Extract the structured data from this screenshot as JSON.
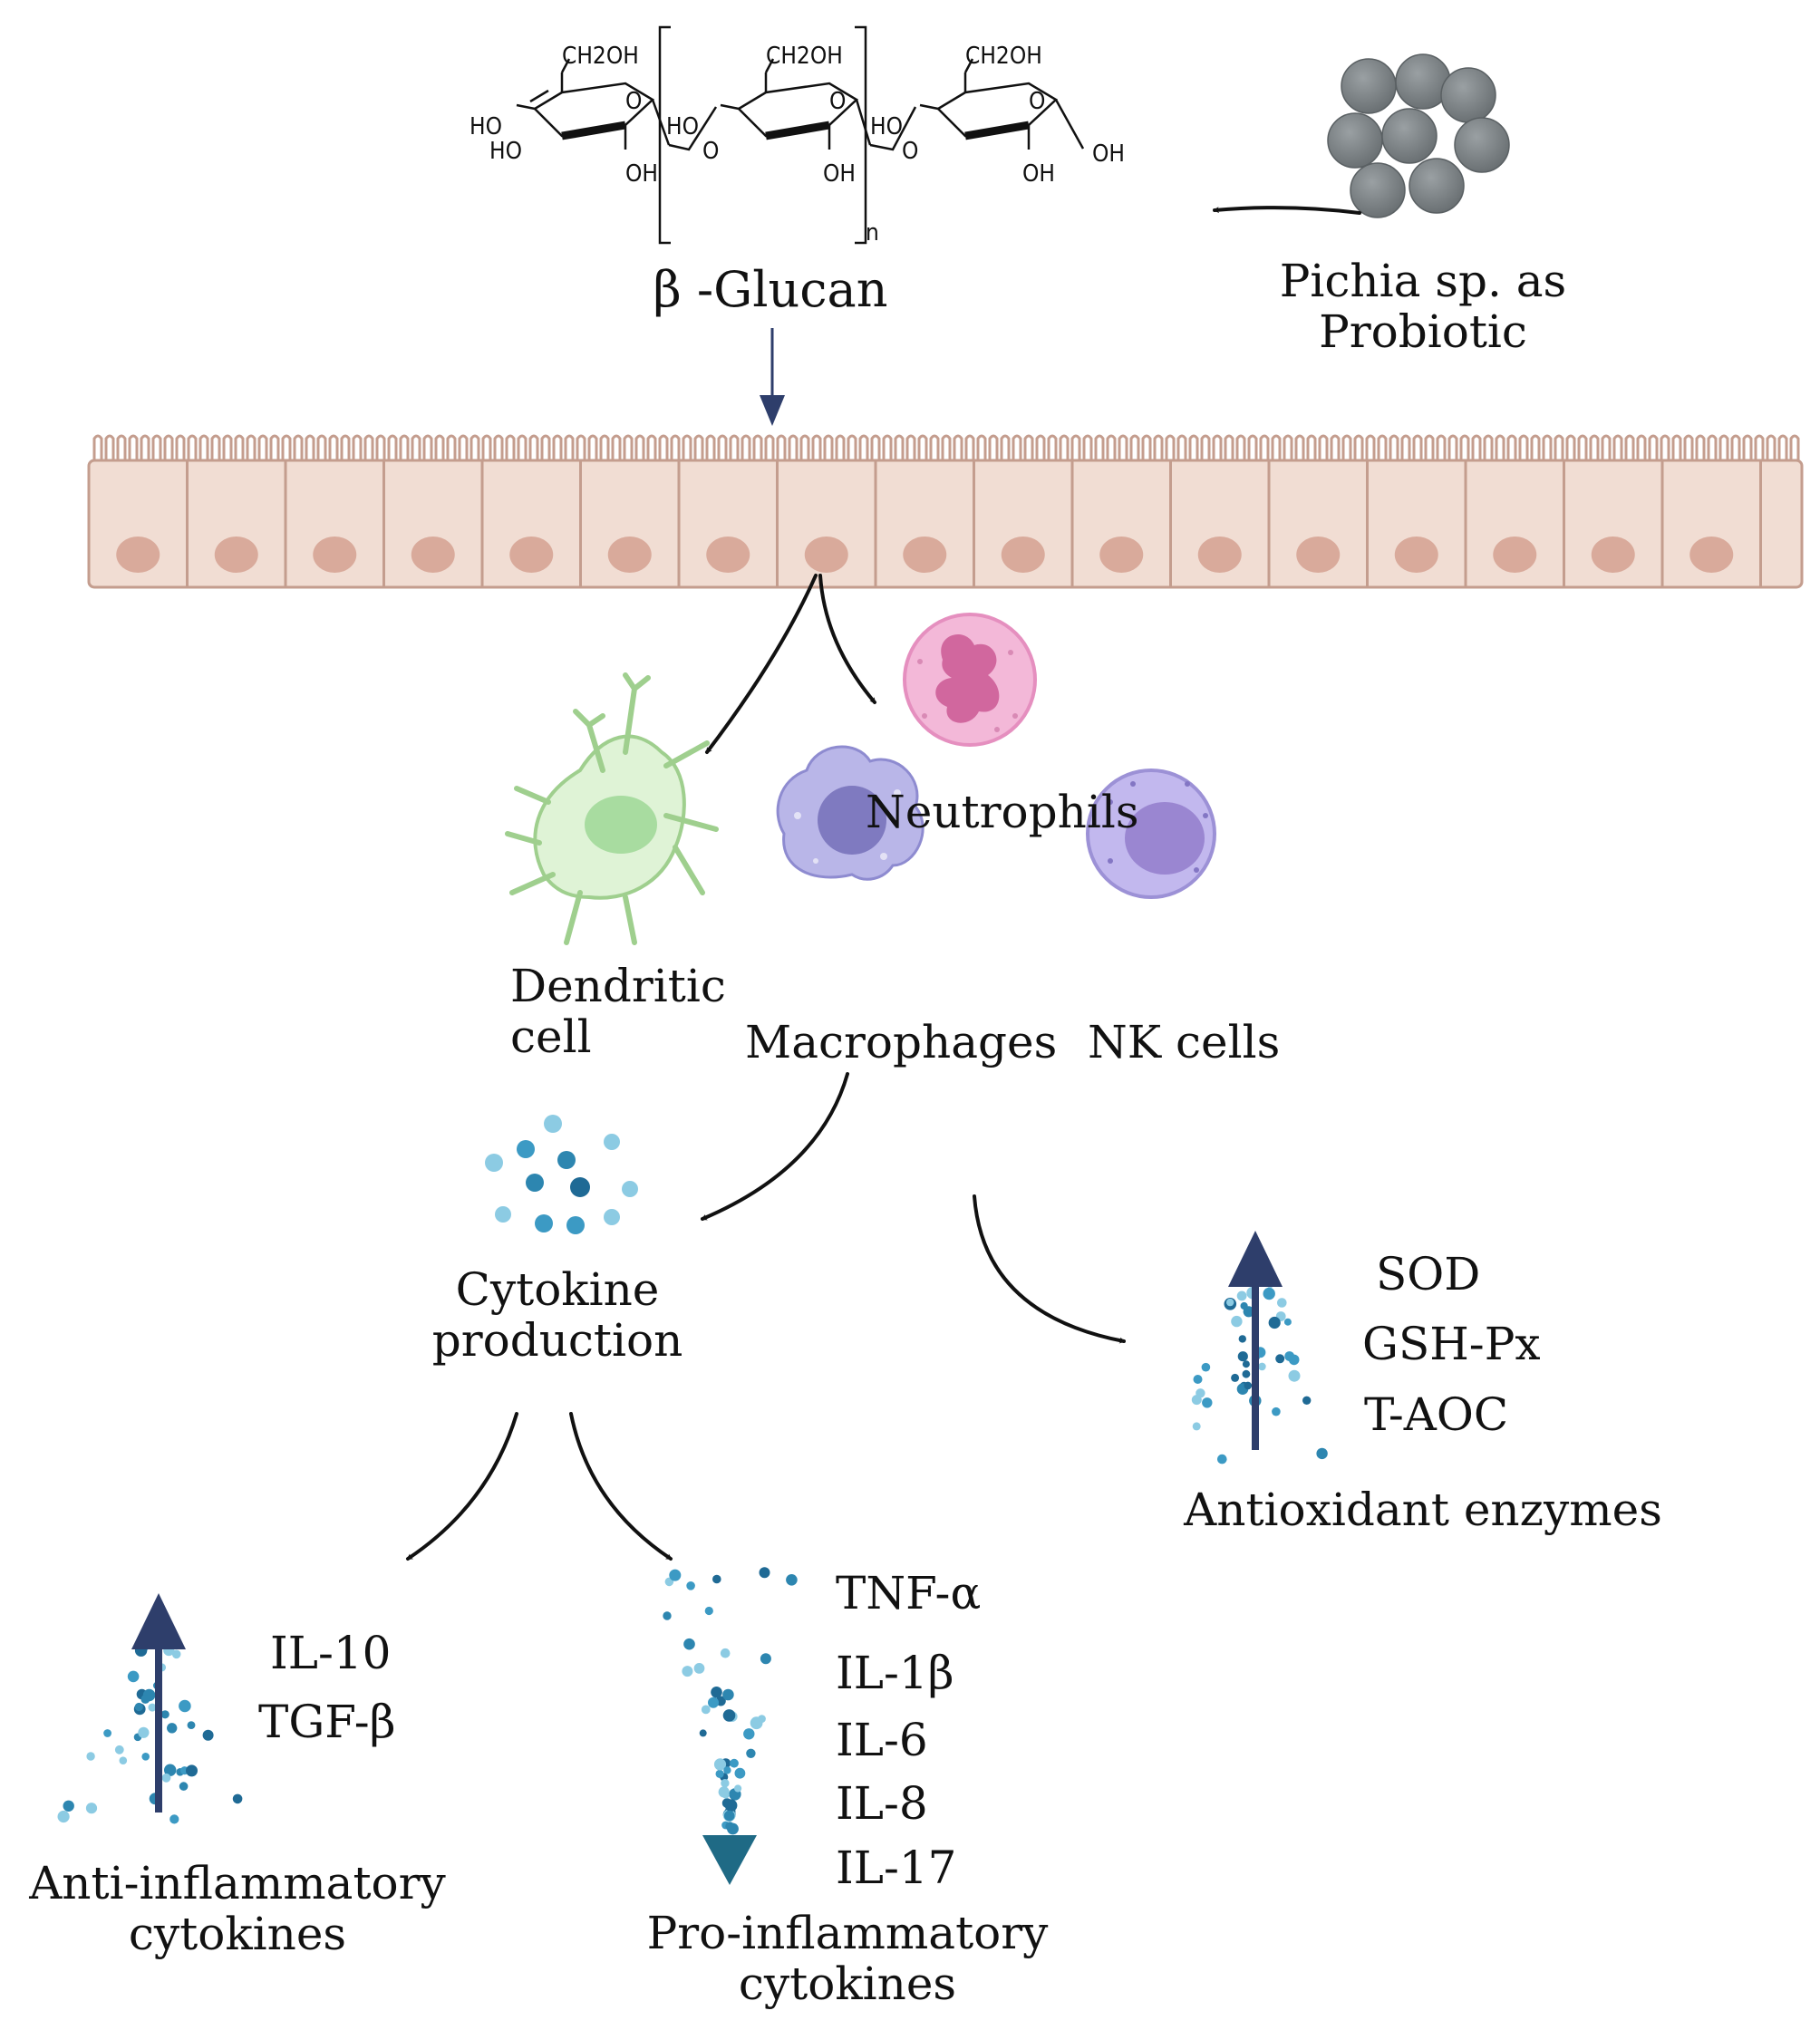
{
  "molecule": {
    "name": "β -Glucan",
    "atoms": {
      "ch2oh": "CH2OH",
      "ho": "HO",
      "oh": "OH",
      "o": "O",
      "n": "n"
    }
  },
  "source": {
    "line1": "Pichia sp. as",
    "line2": "Probiotic"
  },
  "immune_cells": {
    "neutrophils": "Neutrophils",
    "dendritic_line1": "Dendritic",
    "dendritic_line2": "cell",
    "macrophages": "Macrophages",
    "nk_cells": "NK cells"
  },
  "cytokine_production": {
    "line1": "Cytokine",
    "line2": "production"
  },
  "antioxidant": {
    "items": [
      "SOD",
      "GSH-Px",
      "T-AOC"
    ],
    "label": "Antioxidant enzymes",
    "direction": "up"
  },
  "anti_inflammatory": {
    "items": [
      "IL-10",
      "TGF-β"
    ],
    "label_line1": "Anti-inflammatory",
    "label_line2": "cytokines",
    "direction": "up"
  },
  "pro_inflammatory": {
    "items": [
      "TNF-α",
      "IL-1β",
      "IL-6",
      "IL-8",
      "IL-17"
    ],
    "label_line1": "Pro-inflammatory",
    "label_line2": "cytokines",
    "direction": "down"
  },
  "colors": {
    "epithelium_fill": "#f1ddd3",
    "epithelium_stroke": "#c49d8e",
    "nucleus": "#d9aa9b",
    "yeast": "#7b8184",
    "neutrophil": "#f3b8d8",
    "dendritic": "#dff3d6",
    "macrophage": "#b9b6e8",
    "nk_cell": "#c2b8ee",
    "up_arrow": "#2e3e6b",
    "down_arrow": "#1f6a85",
    "dots": "#3c9ac4"
  }
}
